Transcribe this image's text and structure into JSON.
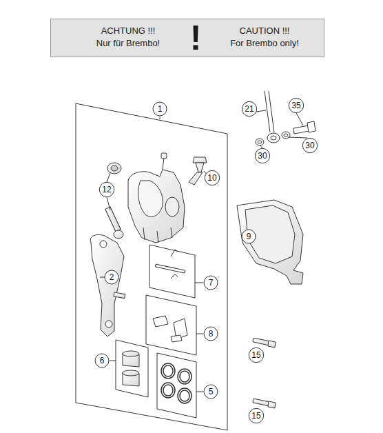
{
  "diagram": {
    "nodes": [
      {
        "text": [
          "ACHTUNG !!!",
          "Nur für Brembo!",
          "!",
          "CAUTION !!!",
          "For Brembo only!"
        ]
      }
    ],
    "labels": [
      "1",
      "12",
      "10",
      "2",
      "7",
      "8",
      "6",
      "5",
      "21",
      "35",
      "30",
      "30",
      "9",
      "15",
      "15"
    ]
  }
}
